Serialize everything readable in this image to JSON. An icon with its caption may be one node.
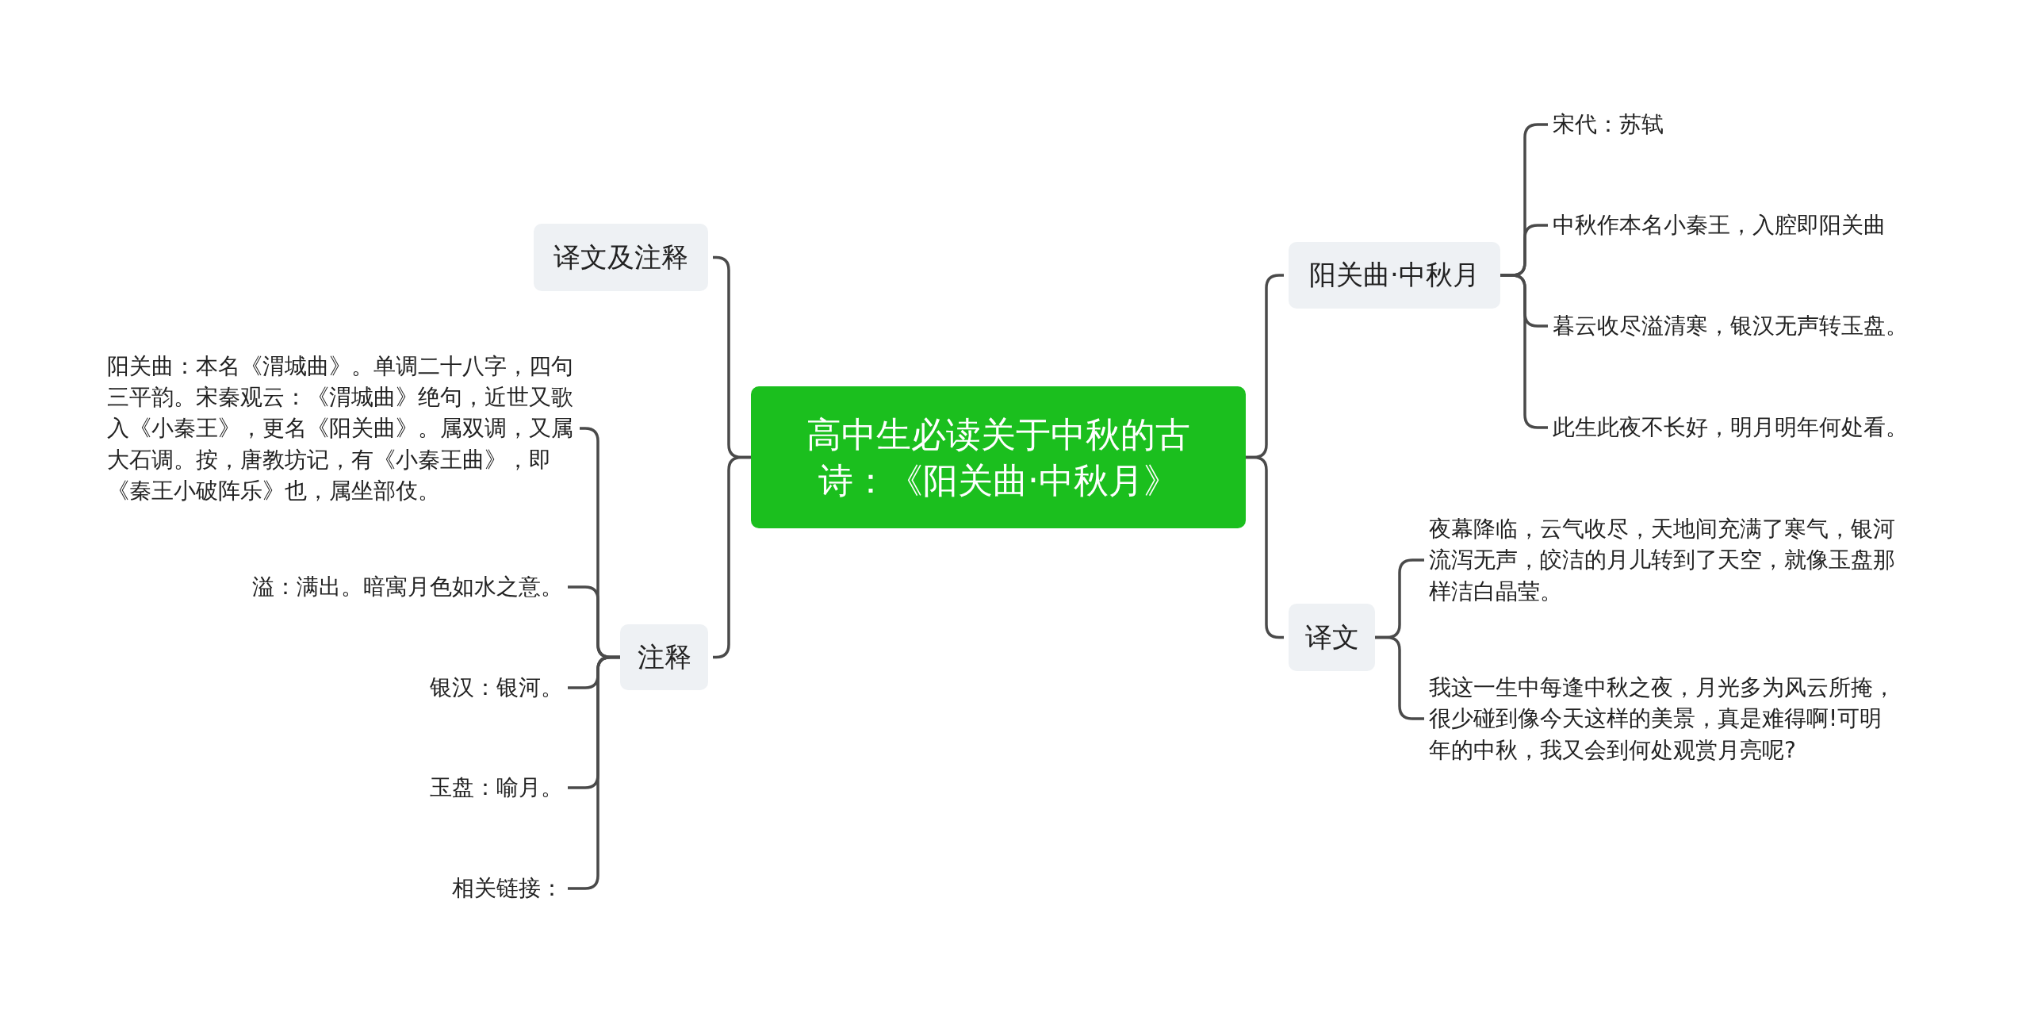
{
  "diagram": {
    "nodes": [
      {
        "text": [
          "高中生必读关于中秋的古诗：《阳关曲·中秋月》"
        ]
      },
      {
        "text": [
          "译文及注释"
        ]
      },
      {
        "text": [
          "注释"
        ]
      },
      {
        "text": [
          "阳关曲：本名《渭城曲》。单调二十八字，四句三平韵。宋秦观云：《渭城曲》绝句，近世又歌入《小秦王》，更名《阳关曲》。属双调，又属大石调。按，唐教坊记，有《小秦王曲》，即《秦王小破阵乐》也，属坐部伎。"
        ]
      },
      {
        "text": [
          "溢：满出。暗寓月色如水之意。"
        ]
      },
      {
        "text": [
          "银汉：银河。"
        ]
      },
      {
        "text": [
          "玉盘：喻月。"
        ]
      },
      {
        "text": [
          "相关链接："
        ]
      },
      {
        "text": [
          "阳关曲·中秋月"
        ]
      },
      {
        "text": [
          "宋代：苏轼"
        ]
      },
      {
        "text": [
          "中秋作本名小秦王，入腔即阳关曲"
        ]
      },
      {
        "text": [
          "暮云收尽溢清寒，银汉无声转玉盘。"
        ]
      },
      {
        "text": [
          "此生此夜不长好，明月明年何处看。"
        ]
      },
      {
        "text": [
          "译文"
        ]
      },
      {
        "text": [
          "夜幕降临，云气收尽，天地间充满了寒气，银河流泻无声，皎洁的月儿转到了天空，就像玉盘那样洁白晶莹。"
        ]
      },
      {
        "text": [
          "我这一生中每逢中秋之夜，月光多为风云所掩，很少碰到像今天这样的美景，真是难得啊!可明年的中秋，我又会到何处观赏月亮呢?"
        ]
      }
    ],
    "edges": [
      {
        "from": 0,
        "to": 1,
        "arrow": "none"
      },
      {
        "from": 0,
        "to": 2,
        "arrow": "none"
      },
      {
        "from": 2,
        "to": 3,
        "arrow": "none"
      },
      {
        "from": 2,
        "to": 4,
        "arrow": "none"
      },
      {
        "from": 2,
        "to": 5,
        "arrow": "none"
      },
      {
        "from": 2,
        "to": 6,
        "arrow": "none"
      },
      {
        "from": 2,
        "to": 7,
        "arrow": "none"
      },
      {
        "from": 0,
        "to": 8,
        "arrow": "none"
      },
      {
        "from": 8,
        "to": 9,
        "arrow": "none"
      },
      {
        "from": 8,
        "to": 10,
        "arrow": "none"
      },
      {
        "from": 8,
        "to": 11,
        "arrow": "none"
      },
      {
        "from": 8,
        "to": 12,
        "arrow": "none"
      },
      {
        "from": 0,
        "to": 13,
        "arrow": "none"
      },
      {
        "from": 13,
        "to": 14,
        "arrow": "none"
      },
      {
        "from": 13,
        "to": 15,
        "arrow": "none"
      }
    ]
  }
}
